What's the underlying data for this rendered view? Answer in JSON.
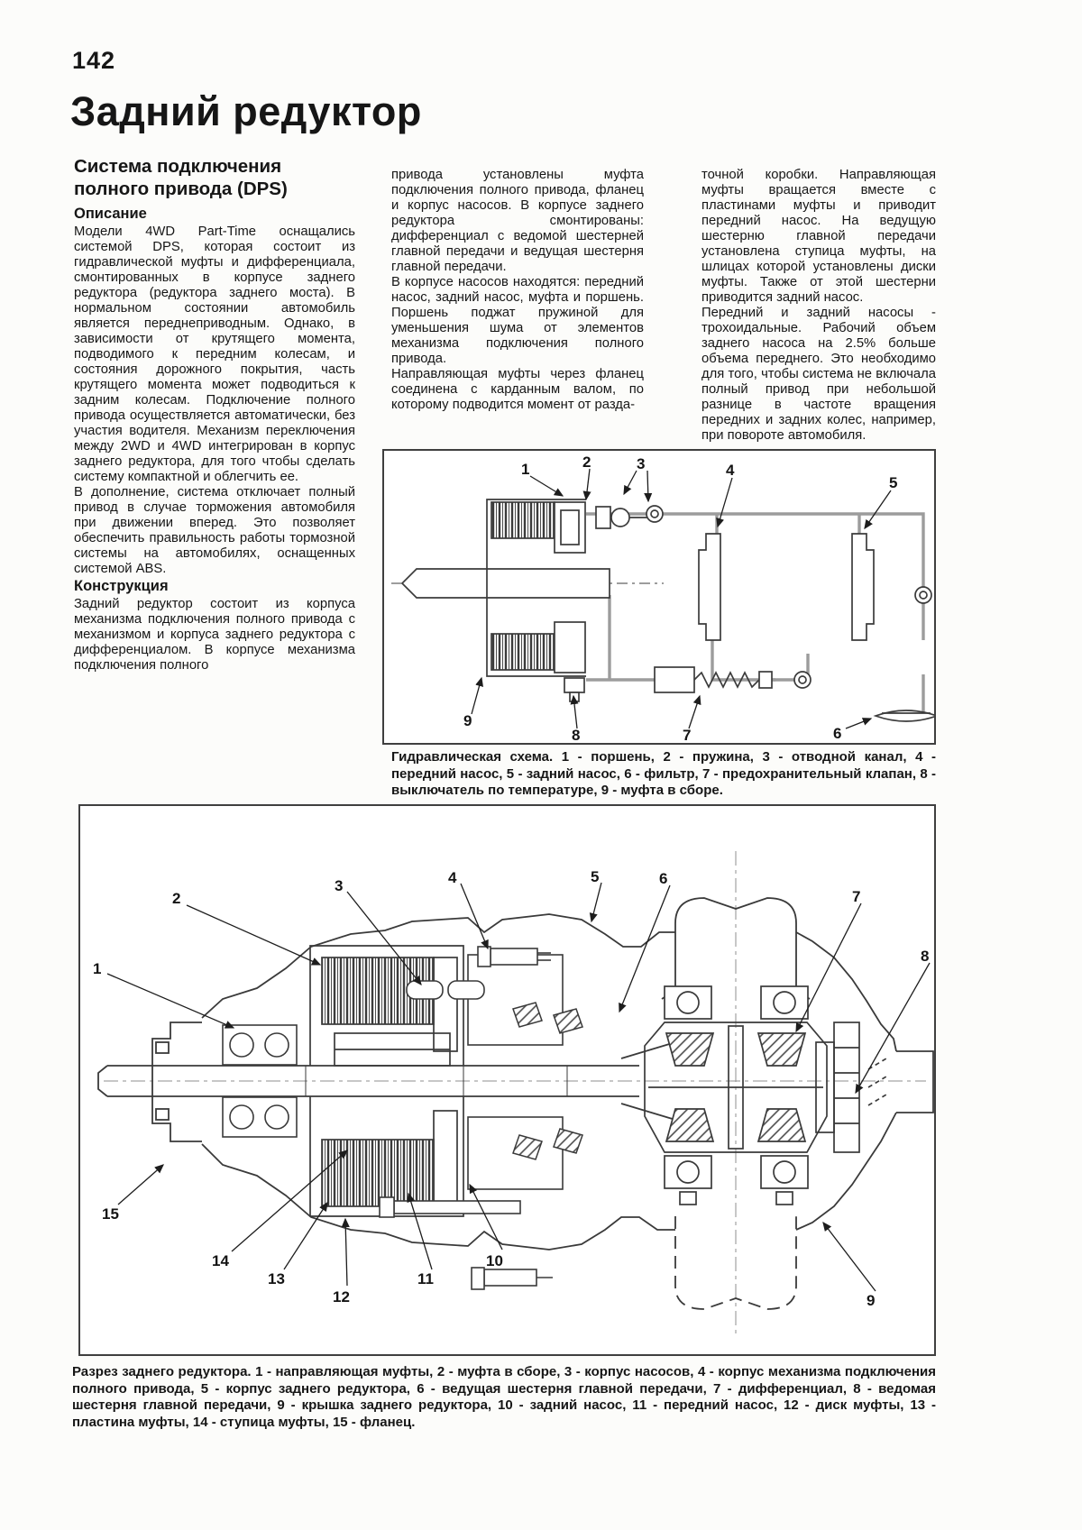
{
  "page": {
    "number": "142",
    "title": "Задний редуктор"
  },
  "article": {
    "section_title": "Система подключения полного привода (DPS)",
    "desc_heading": "Описание",
    "constr_heading": "Конструкция",
    "col1_p1": "Модели 4WD Part-Time оснащались системой DPS, которая состоит из гидравлической муфты и дифференциала, смонтированных в корпусе заднего редуктора (редуктора заднего моста). В нормальном состоянии автомобиль является переднеприводным. Однако, в зависимости от крутящего момента, подводимого к передним колесам, и состояния дорожного покрытия, часть крутящего момента может подводиться к задним колесам. Подключение полного привода осуществляется автоматически, без участия водителя. Механизм переключения между 2WD и 4WD интегрирован в корпус заднего редуктора, для того чтобы сделать систему компактной и облегчить ее.",
    "col1_p2": "В дополнение, система отключает полный привод в случае торможения автомобиля при движении вперед. Это позволяет обеспечить правильность работы тормозной системы на автомобилях, оснащенных системой ABS.",
    "col1_p3": "Задний редуктор состоит из корпуса механизма подключения полного привода с механизмом и корпуса заднего редуктора с дифференциалом. В корпусе механизма подключения полного",
    "col2_p1": "привода установлены муфта подключения полного привода, фланец и корпус насосов. В корпусе заднего редуктора смонтированы: дифференциал с ведомой шестерней главной передачи и ведущая шестерня главной передачи.",
    "col2_p2": "В корпусе насосов находятся: передний насос, задний насос, муфта и поршень. Поршень поджат пружиной для уменьшения шума от элементов механизма подключения полного привода.",
    "col2_p3": "Направляющая муфты через фланец соединена с карданным валом, по которому подводится момент от разда-",
    "col3_p1": "точной коробки. Направляющая муфты вращается вместе с пластинами муфты и приводит передний насос. На ведущую шестерню главной передачи установлена ступица муфты, на шлицах которой установлены диски муфты. Также от этой шестерни приводится задний насос.",
    "col3_p2": "Передний и задний насосы - трохоидальные. Рабочий объем заднего насоса на 2.5% больше объема переднего. Это необходимо для того, чтобы система не включала полный привод при небольшой разнице в частоте вращения передних и задних колес, например, при повороте автомобиля."
  },
  "figure1": {
    "caption": "Гидравлическая схема. 1 - поршень, 2 - пружина, 3 - отводной канал, 4 - передний насос, 5 - задний насос, 6 - фильтр, 7 - предохранительный клапан, 8 - выключатель по температуре, 9 - муфта в сборе.",
    "callouts": [
      "1",
      "2",
      "3",
      "4",
      "5",
      "6",
      "7",
      "8",
      "9"
    ]
  },
  "figure2": {
    "caption": "Разрез заднего редуктора. 1 - направляющая муфты, 2 - муфта в сборе, 3 - корпус насосов, 4 - корпус механизма подключения полного привода, 5 - корпус заднего редуктора, 6 - ведущая шестерня главной передачи, 7 - дифференциал, 8 - ведомая шестерня главной передачи, 9 - крышка заднего редуктора, 10 - задний насос, 11 - передний насос, 12 - диск муфты, 13 - пластина муфты, 14 - ступица муфты, 15 - фланец.",
    "callouts": [
      "1",
      "2",
      "3",
      "4",
      "5",
      "6",
      "7",
      "8",
      "9",
      "10",
      "11",
      "12",
      "13",
      "14",
      "15"
    ]
  }
}
